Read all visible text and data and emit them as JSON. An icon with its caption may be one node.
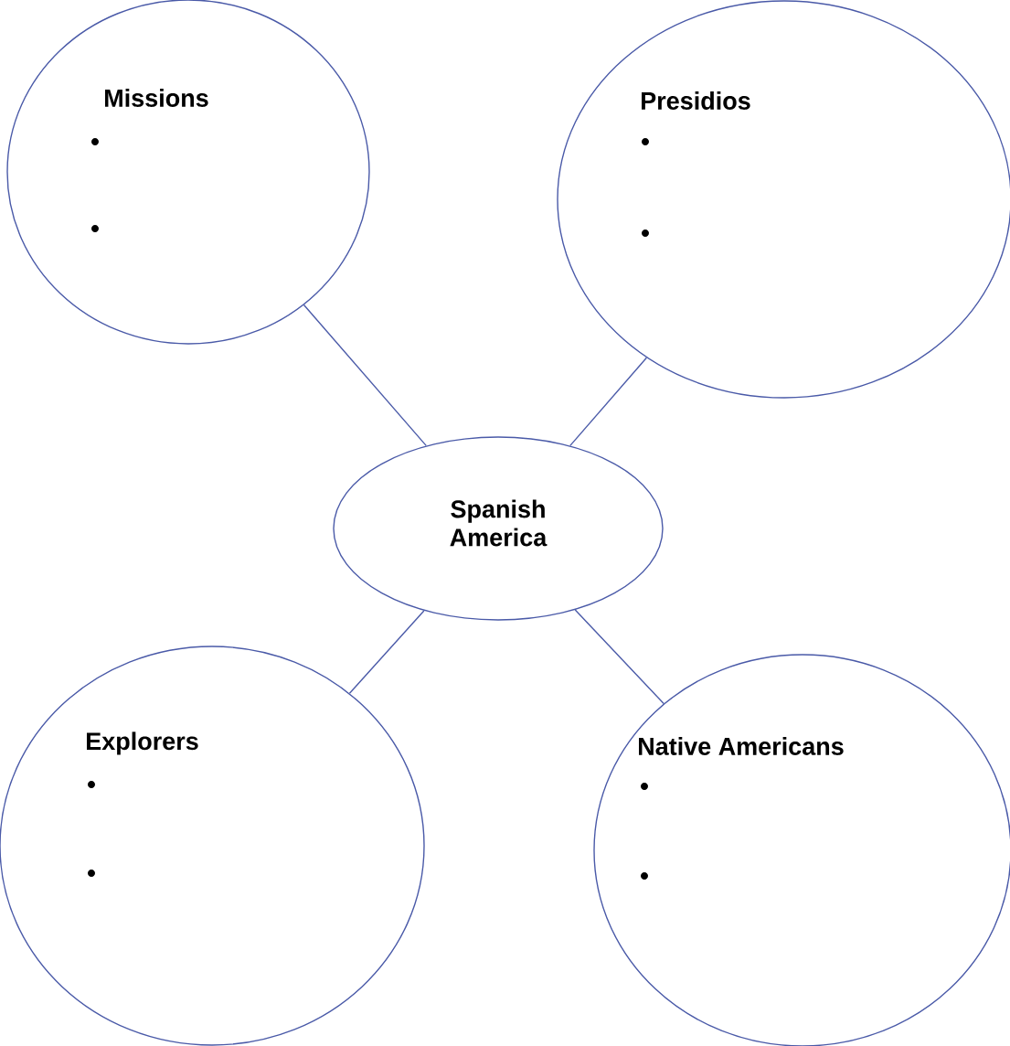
{
  "diagram": {
    "nodes": [
      {
        "text": [
          "Missions"
        ]
      },
      {
        "text": [
          "Presidios"
        ]
      },
      {
        "text": [
          "Spanish America"
        ]
      },
      {
        "text": [
          "Explorers"
        ]
      },
      {
        "text": [
          "Native Americans"
        ]
      }
    ],
    "edges": [
      {
        "from": 2,
        "to": 0,
        "arrow": "none"
      },
      {
        "from": 2,
        "to": 1,
        "arrow": "none"
      },
      {
        "from": 2,
        "to": 3,
        "arrow": "none"
      },
      {
        "from": 2,
        "to": 4,
        "arrow": "none"
      }
    ]
  }
}
